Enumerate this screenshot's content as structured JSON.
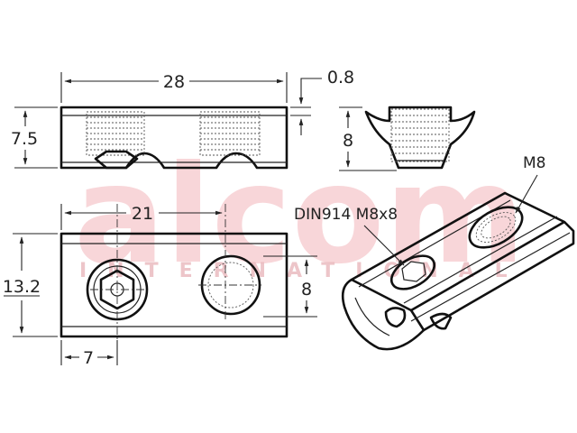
{
  "watermark": {
    "logo": "alcom",
    "subtitle": "INTERNATIONAL"
  },
  "dimensions": {
    "length_top": "28",
    "edge_offset": "0.8",
    "height_front": "7.5",
    "height_side": "8",
    "hole_spacing": "21",
    "width_bottom": "13.2",
    "width_bottom_right": "8",
    "hole_offset": "7"
  },
  "notes": {
    "screw_spec": "DIN914  M8x8",
    "thread_spec": "M8"
  }
}
